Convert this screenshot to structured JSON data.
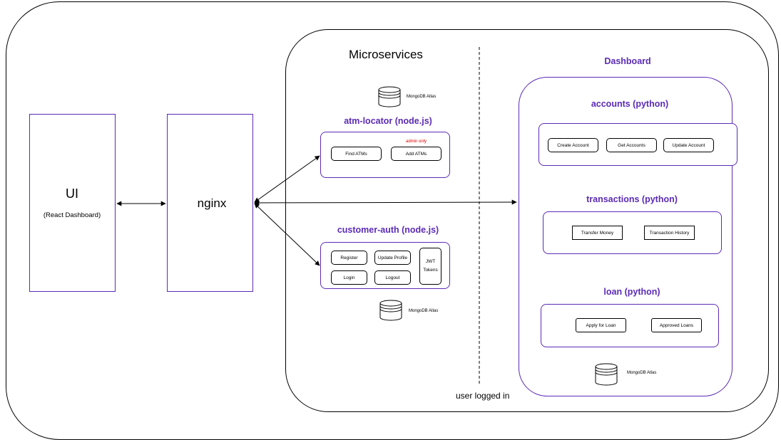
{
  "ui_box": {
    "title": "UI",
    "subtitle": "(React Dashboard)"
  },
  "nginx_box": {
    "title": "nginx"
  },
  "microservices": {
    "heading": "Microservices",
    "atm_locator": {
      "title": "atm-locator (node.js)",
      "db_label": "MongoDB Atlas",
      "buttons": [
        "Find ATMs",
        "Add ATMs"
      ],
      "admin_note": "admin only"
    },
    "customer_auth": {
      "title": "customer-auth (node.js)",
      "db_label": "MongoDB Atlas",
      "buttons": [
        "Register",
        "Update Profile",
        "Login",
        "Logout"
      ],
      "token_line1": "JWT",
      "token_line2": "Tokens"
    }
  },
  "divider_label": "user logged in",
  "dashboard": {
    "heading": "Dashboard",
    "accounts": {
      "title": "accounts (python)",
      "buttons": [
        "Create Account",
        "Get Accounts",
        "Update Account"
      ]
    },
    "transactions": {
      "title": "transactions (python)",
      "buttons": [
        "Transfer Money",
        "Transaction History"
      ]
    },
    "loan": {
      "title": "loan (python)",
      "buttons": [
        "Apply for Loan",
        "Approved Loans"
      ]
    },
    "db_label": "MongoDB Atlas"
  },
  "colors": {
    "accent": "#5b2bb5",
    "admin_note": "#e00000",
    "line": "#000000"
  }
}
